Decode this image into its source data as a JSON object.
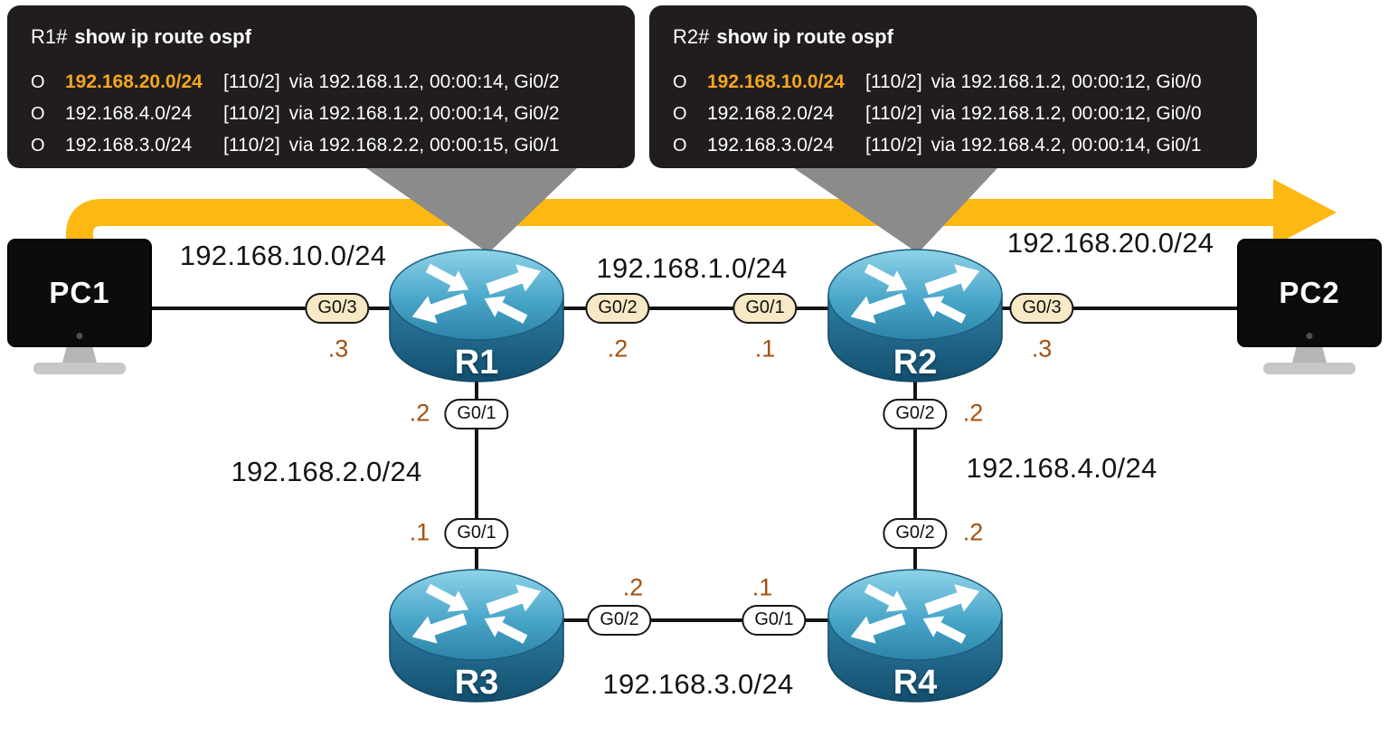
{
  "consoles": [
    {
      "prompt": "R1#",
      "command": "show ip route ospf",
      "routes": [
        {
          "code": "O",
          "network": "192.168.20.0/24",
          "metric": "[110/2]",
          "detail": "via 192.168.1.2, 00:00:14, Gi0/2",
          "highlight": true
        },
        {
          "code": "O",
          "network": "192.168.4.0/24",
          "metric": "[110/2]",
          "detail": "via 192.168.1.2, 00:00:14, Gi0/2",
          "highlight": false
        },
        {
          "code": "O",
          "network": "192.168.3.0/24",
          "metric": "[110/2]",
          "detail": "via 192.168.2.2, 00:00:15, Gi0/1",
          "highlight": false
        }
      ]
    },
    {
      "prompt": "R2#",
      "command": "show ip route ospf",
      "routes": [
        {
          "code": "O",
          "network": "192.168.10.0/24",
          "metric": "[110/2]",
          "detail": "via 192.168.1.2, 00:00:12, Gi0/0",
          "highlight": true
        },
        {
          "code": "O",
          "network": "192.168.2.0/24",
          "metric": "[110/2]",
          "detail": "via 192.168.1.2, 00:00:12, Gi0/0",
          "highlight": false
        },
        {
          "code": "O",
          "network": "192.168.3.0/24",
          "metric": "[110/2]",
          "detail": "via 192.168.4.2, 00:00:14, Gi0/1",
          "highlight": false
        }
      ]
    }
  ],
  "devices": {
    "pc1": "PC1",
    "pc2": "PC2",
    "r1": "R1",
    "r2": "R2",
    "r3": "R3",
    "r4": "R4"
  },
  "networks": {
    "pc1_r1": "192.168.10.0/24",
    "r1_r2": "192.168.1.0/24",
    "r2_pc2": "192.168.20.0/24",
    "r1_r3": "192.168.2.0/24",
    "r2_r4": "192.168.4.0/24",
    "r3_r4": "192.168.3.0/24"
  },
  "interfaces": {
    "pc1_r1": {
      "label": "G0/3",
      "addr": ".3"
    },
    "r1_to_r2": {
      "label": "G0/2",
      "addr": ".2"
    },
    "r2_to_r1": {
      "label": "G0/1",
      "addr": ".1"
    },
    "r2_pc2": {
      "label": "G0/3",
      "addr": ".3"
    },
    "r1_to_r3": {
      "label": "G0/1",
      "addr": ".2"
    },
    "r3_to_r1": {
      "label": "G0/1",
      "addr": ".1"
    },
    "r2_to_r4": {
      "label": "G0/2",
      "addr": ".2"
    },
    "r4_to_r2": {
      "label": "G0/2",
      "addr": ".2"
    },
    "r3_to_r4": {
      "label": "G0/2",
      "addr": ".2"
    },
    "r4_to_r3": {
      "label": "G0/1",
      "addr": ".1"
    }
  },
  "icons": {
    "router": "router-icon",
    "pc": "computer-monitor-icon",
    "flow": "traffic-flow-arrow"
  },
  "colors": {
    "highlight": "#f5a623",
    "arrow": "#fdb813",
    "callout": "#8b8b8b",
    "link": "#141414",
    "addr": "#a5500d",
    "pill_tan": "#f7e8c6",
    "console_bg": "#201d1c"
  }
}
